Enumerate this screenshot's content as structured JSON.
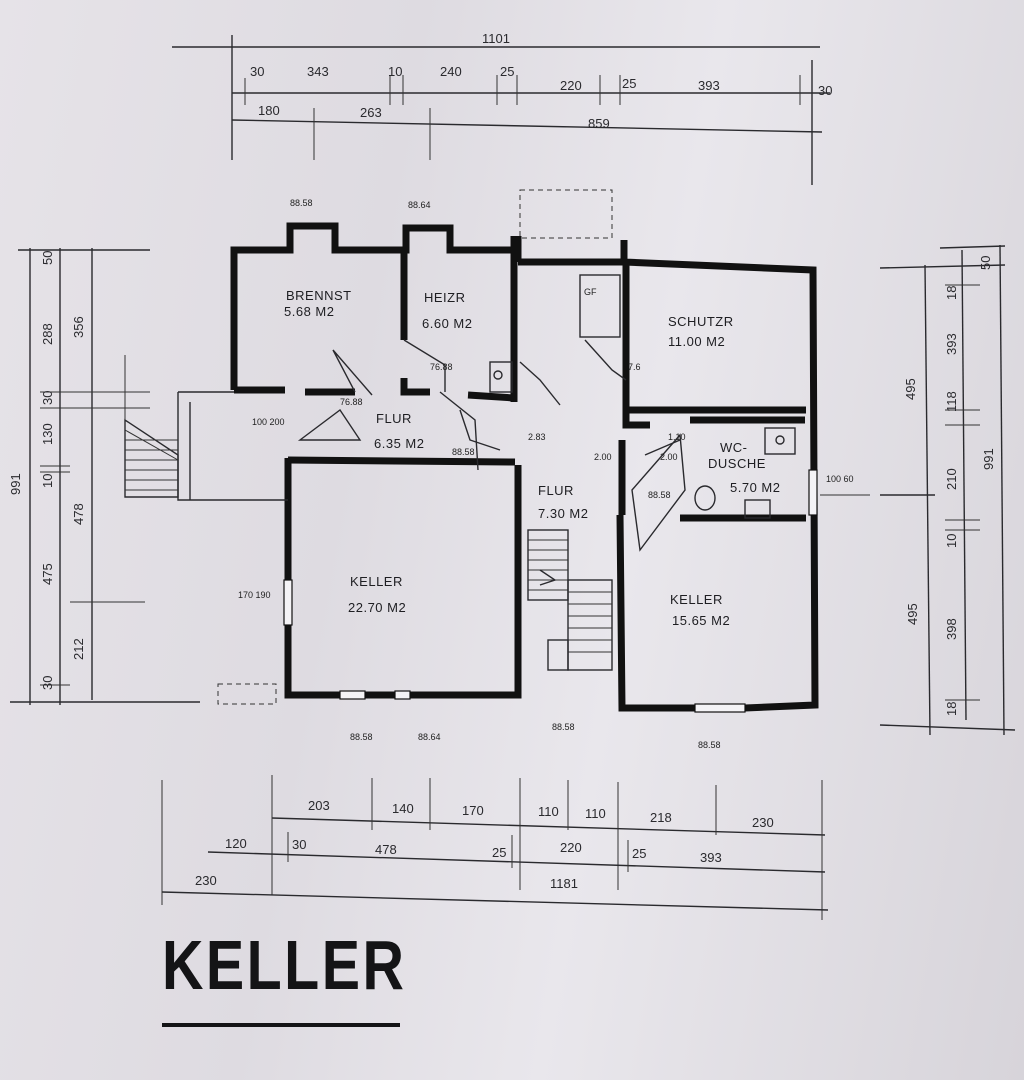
{
  "title": "KELLER",
  "rooms": [
    {
      "id": "brennst",
      "name": "BRENNST",
      "area": "5.68 M2"
    },
    {
      "id": "heizr",
      "name": "HEIZR",
      "area": "6.60 M2"
    },
    {
      "id": "schutzr",
      "name": "SCHUTZR",
      "area": "11.00 M2"
    },
    {
      "id": "flur1",
      "name": "FLUR",
      "area": "6.35 M2"
    },
    {
      "id": "flur2",
      "name": "FLUR",
      "area": "7.30 M2"
    },
    {
      "id": "wc",
      "name": "WC-",
      "name2": "DUSCHE",
      "area": "5.70 M2"
    },
    {
      "id": "keller1",
      "name": "KELLER",
      "area": "22.70 M2"
    },
    {
      "id": "keller2",
      "name": "KELLER",
      "area": "15.65 M2"
    }
  ],
  "dims_top": {
    "overall": "1101",
    "row1": [
      "30",
      "343",
      "10",
      "240",
      "25",
      "220",
      "25",
      "393",
      "30"
    ],
    "row2": [
      "180",
      "263",
      "859"
    ]
  },
  "dims_bottom": {
    "row1": [
      "203",
      "140",
      "170",
      "110",
      "110",
      "218",
      "230"
    ],
    "row2": [
      "120",
      "30",
      "478",
      "25",
      "220",
      "25",
      "393"
    ],
    "row3": [
      "230",
      "1181"
    ]
  },
  "dims_left": [
    "991",
    "50",
    "288",
    "356",
    "30",
    "130",
    "10",
    "475",
    "478",
    "212",
    "30"
  ],
  "dims_right": [
    "495",
    "495",
    "991",
    "50",
    "18",
    "393",
    "118",
    "210",
    "10",
    "398",
    "18"
  ],
  "openings": {
    "door_brennst": "100 200",
    "door_keller1": "170 190",
    "door_wc": "100 60",
    "small": [
      "88.58",
      "88.64",
      "76.88",
      "76.88",
      "88.58",
      "88.64",
      "88.58",
      "88.58",
      "88.58",
      "88.58"
    ],
    "doors_misc": [
      "2.83",
      "2.00",
      "2.00",
      "7.6",
      "1.10"
    ]
  },
  "fixtures": {
    "gf_label": "GF"
  },
  "colors": {
    "paper": "#e3e0e6",
    "ink": "#111111"
  }
}
